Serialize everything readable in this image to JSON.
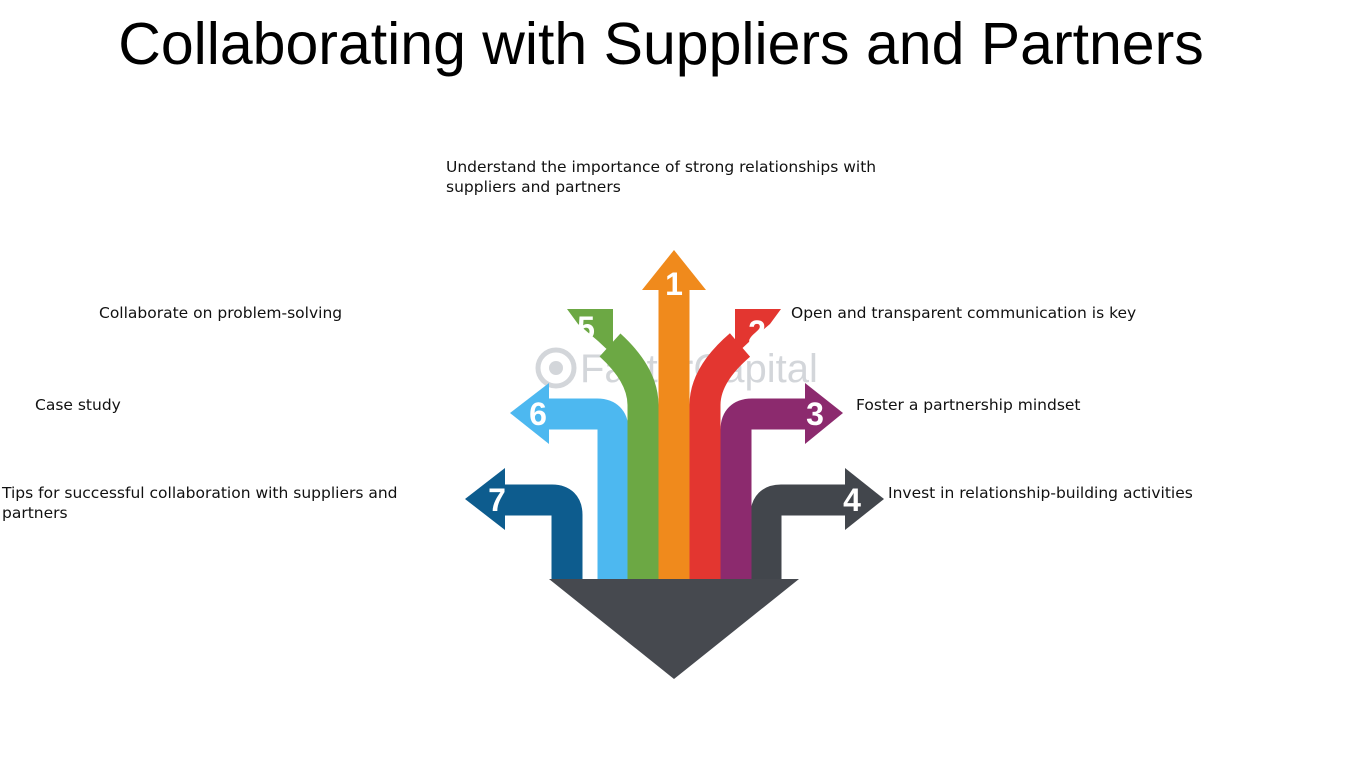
{
  "title": "Collaborating with Suppliers and Partners",
  "watermark": "FasterCapital",
  "steps": [
    {
      "number": "1",
      "color": "#f08a1c",
      "label": "Understand the importance of strong relationships with suppliers and partners"
    },
    {
      "number": "2",
      "color": "#e33630",
      "label": "Open and transparent communication is key"
    },
    {
      "number": "3",
      "color": "#8c2a6e",
      "label": "Foster a partnership mindset"
    },
    {
      "number": "4",
      "color": "#42464c",
      "label": "Invest in relationship-building activities"
    },
    {
      "number": "5",
      "color": "#6ca844",
      "label": "Collaborate on problem-solving"
    },
    {
      "number": "6",
      "color": "#4db8f0",
      "label": "Case study"
    },
    {
      "number": "7",
      "color": "#0d5c8e",
      "label": "Tips for successful collaboration with suppliers and partners"
    }
  ],
  "base_color": "#46494f"
}
